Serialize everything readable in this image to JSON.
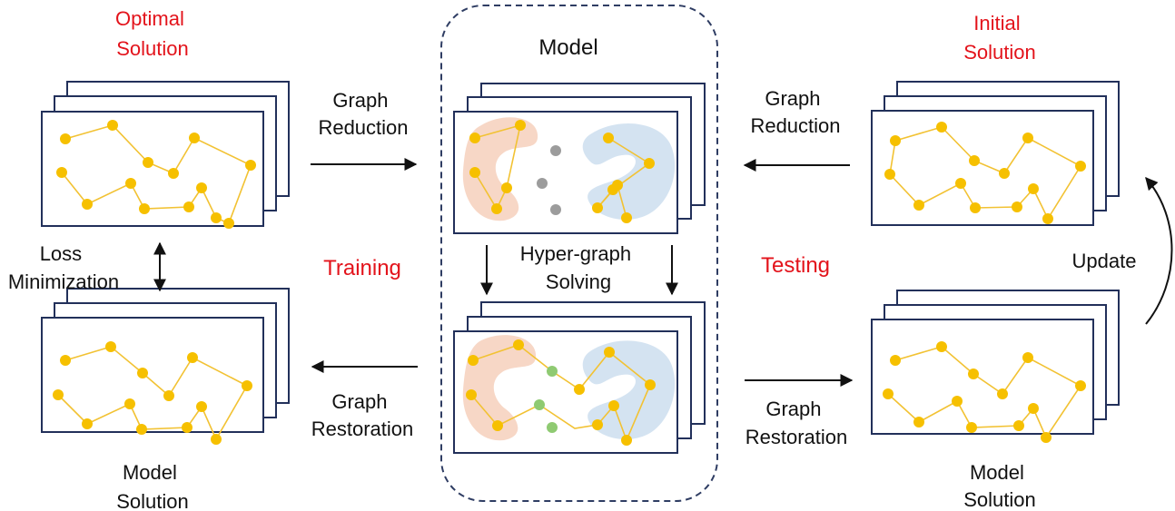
{
  "labels": {
    "optimal_solution": [
      "Optimal",
      "Solution"
    ],
    "initial_solution": [
      "Initial",
      "Solution"
    ],
    "model": "Model",
    "graph_reduction_left": [
      "Graph",
      "Reduction"
    ],
    "graph_reduction_right": [
      "Graph",
      "Reduction"
    ],
    "graph_restoration_left": [
      "Graph",
      "Restoration"
    ],
    "graph_restoration_right": [
      "Graph",
      "Restoration"
    ],
    "loss_minimization": [
      "Loss",
      "Minimization"
    ],
    "training": "Training",
    "testing": "Testing",
    "hyper_graph_solving": [
      "Hyper-graph",
      "Solving"
    ],
    "model_solution_left": [
      "Model",
      "Solution"
    ],
    "model_solution_right": [
      "Model",
      "Solution"
    ],
    "update": "Update"
  },
  "colors": {
    "node": "#f6c000",
    "edge": "#f2c233",
    "frame": "#22305a",
    "highlight_text": "#e3131b",
    "merged_node": "#8fca72",
    "reduced_node": "#9c9c9c",
    "left_cluster": "#f6d0bc",
    "right_cluster": "#cfe0ef",
    "model_box_border": "#2f3d63"
  },
  "icons": [
    "double-arrow-icon",
    "update-curved-arrow-icon"
  ]
}
